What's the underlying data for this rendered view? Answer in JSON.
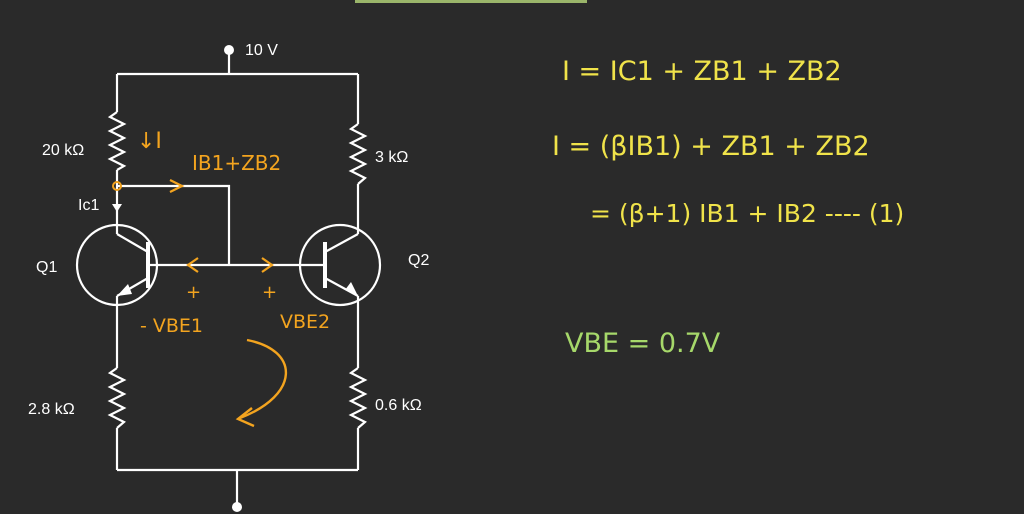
{
  "circuit": {
    "supply_label": "10 V",
    "r1_label": "20 kΩ",
    "r2_label": "3 kΩ",
    "r3_label": "2.8 kΩ",
    "r4_label": "0.6 kΩ",
    "q1_label": "Q1",
    "q2_label": "Q2",
    "ic1_label": "Ic1"
  },
  "annotations": {
    "current_I": "↓I",
    "branch_current": "IB1+ZB2",
    "plus_left": "+",
    "plus_right": "+",
    "vbe1": "- VBE1",
    "vbe2": "VBE2"
  },
  "equations": {
    "eq1": "I = IC1 + ZB1 + ZB2",
    "eq2": "I = (βIB1) + ZB1 + ZB2",
    "eq3": "= (β+1) IB1 + IB2 ---- (1)",
    "eq4": "VBE = 0.7V"
  },
  "colors": {
    "background": "#2a2a2a",
    "wire": "#ffffff",
    "annotation_orange": "#f3a41f",
    "equation_yellow": "#f0e34a",
    "equation_green": "#a6d86a"
  }
}
